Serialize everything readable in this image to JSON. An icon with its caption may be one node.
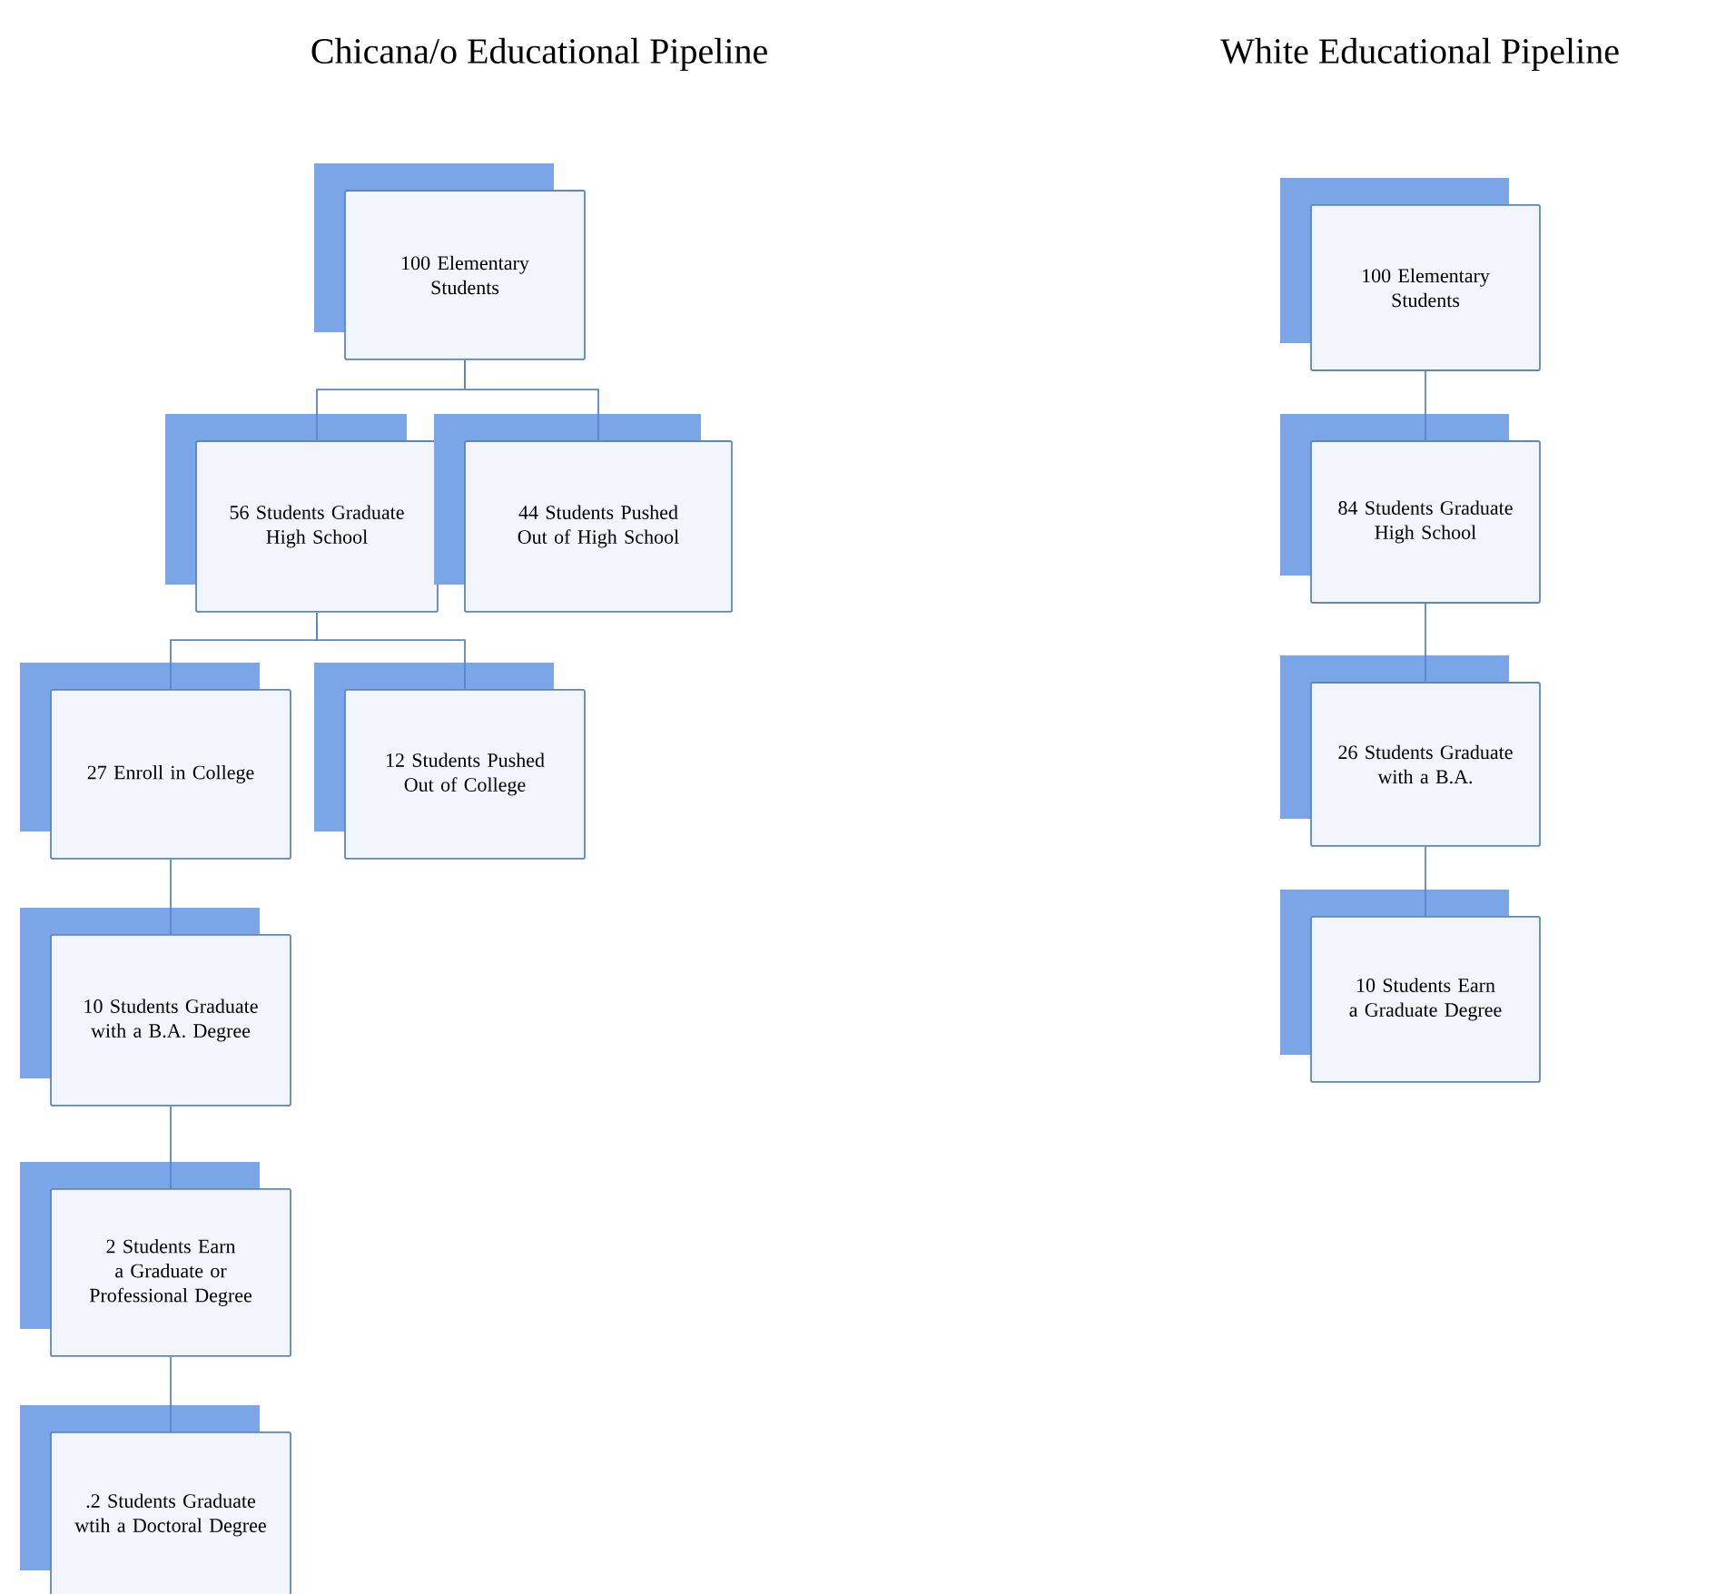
{
  "diagram": {
    "nodes": [
      {
        "text": [
          "100 Elementary Students"
        ]
      },
      {
        "text": [
          "56 Students Graduate High School"
        ]
      },
      {
        "text": [
          "44 Students Pushed Out of High School"
        ]
      },
      {
        "text": [
          "27 Enroll in College"
        ]
      },
      {
        "text": [
          "12 Students Pushed Out of College"
        ]
      },
      {
        "text": [
          "10 Students Graduate with a B.A. Degree"
        ]
      },
      {
        "text": [
          "2 Students Earn a Graduate or Professional Degree"
        ]
      },
      {
        "text": [
          ".2 Students Graduate wtih a Doctoral Degree"
        ]
      },
      {
        "text": [
          "100 Elementary Students"
        ]
      },
      {
        "text": [
          "84 Students Graduate High School"
        ]
      },
      {
        "text": [
          "26 Students Graduate with a B.A."
        ]
      },
      {
        "text": [
          "10 Students Earn a Graduate Degree"
        ]
      }
    ],
    "edges": [
      {
        "from": 0,
        "to": 1,
        "arrow": "none"
      },
      {
        "from": 0,
        "to": 2,
        "arrow": "none"
      },
      {
        "from": 1,
        "to": 3,
        "arrow": "none"
      },
      {
        "from": 1,
        "to": 4,
        "arrow": "none"
      },
      {
        "from": 3,
        "to": 5,
        "arrow": "none"
      },
      {
        "from": 5,
        "to": 6,
        "arrow": "none"
      },
      {
        "from": 6,
        "to": 7,
        "arrow": "none"
      },
      {
        "from": 8,
        "to": 9,
        "arrow": "none"
      },
      {
        "from": 9,
        "to": 10,
        "arrow": "none"
      },
      {
        "from": 10,
        "to": 11,
        "arrow": "none"
      }
    ],
    "labels": [
      "Chicana/o Educational Pipeline",
      "White Educational Pipeline"
    ]
  }
}
